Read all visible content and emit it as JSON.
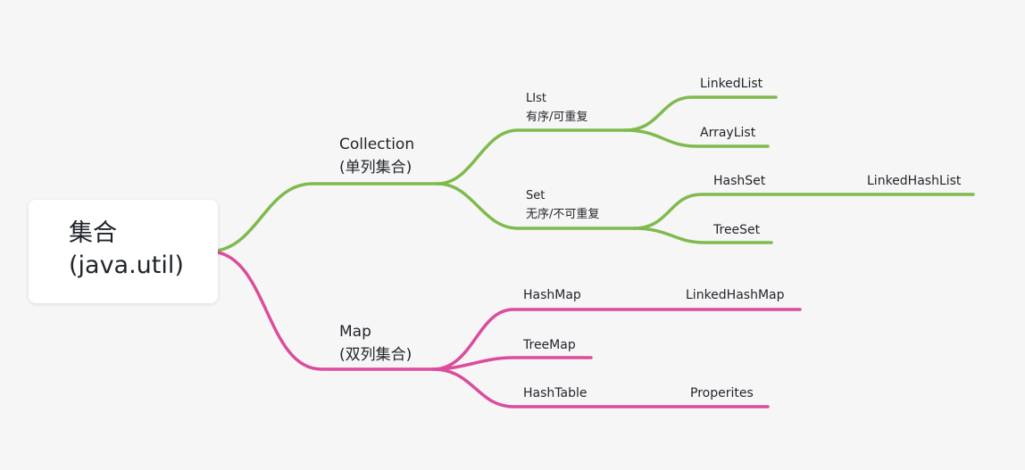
{
  "colors": {
    "background": "#f6f6f6",
    "collection_branch": "#7fba4c",
    "map_branch": "#dc4c9c",
    "text": "#1f2329"
  },
  "root": {
    "title": "集合",
    "subtitle": "(java.util)"
  },
  "branches": {
    "collection": {
      "title": "Collection",
      "subtitle": "(单列集合)",
      "children": {
        "list": {
          "title": "LIst",
          "subtitle": "有序/可重复",
          "children": [
            "LinkedList",
            "ArrayList"
          ]
        },
        "set": {
          "title": "Set",
          "subtitle": "无序/不可重复",
          "children": {
            "hashset": {
              "title": "HashSet",
              "child": "LinkedHashList"
            },
            "treeset": {
              "title": "TreeSet"
            }
          }
        }
      }
    },
    "map": {
      "title": "Map",
      "subtitle": "(双列集合)",
      "children": {
        "hashmap": {
          "title": "HashMap",
          "child": "LinkedHashMap"
        },
        "treemap": {
          "title": "TreeMap"
        },
        "hashtable": {
          "title": "HashTable",
          "child": "Properites"
        }
      }
    }
  }
}
